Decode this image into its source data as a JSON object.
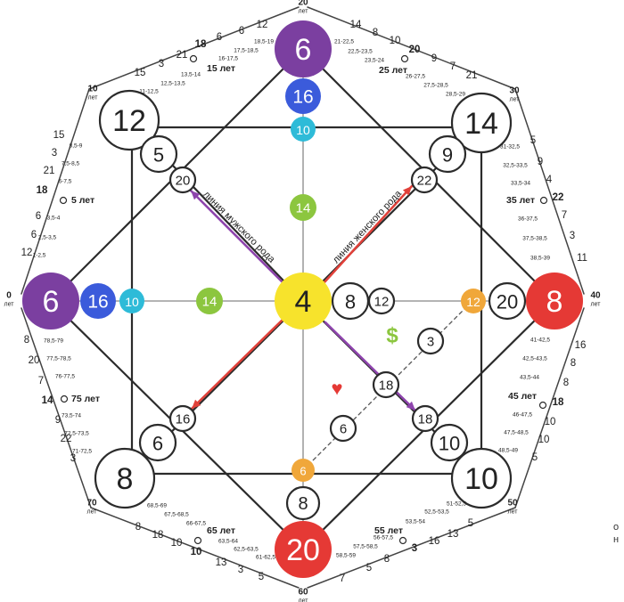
{
  "colors": {
    "line": "#2b2b2b",
    "purple": "#7b3fa0",
    "blue": "#3b5bdb",
    "cyan": "#2ebbd8",
    "green": "#8cc63f",
    "yellow": "#f7e32c",
    "orange": "#f0a73a",
    "red": "#e53935",
    "arrow_red": "#e0413a",
    "arrow_purple": "#8e44ad",
    "dollar": "#8cc63f",
    "heart": "#e53935",
    "text": "#222222"
  },
  "center": "4",
  "top": {
    "main": "6",
    "second": "16",
    "third": "10",
    "inner": "14"
  },
  "left": {
    "main": "6",
    "second": "16",
    "third": "10",
    "inner": "14"
  },
  "right": {
    "main": "8",
    "second": "20",
    "third": "12",
    "near_center_a": "8",
    "near_center_b": "12"
  },
  "bottom": {
    "main": "20",
    "second": "8",
    "third": "6"
  },
  "corners": {
    "tl": {
      "big": "12",
      "mid": "5",
      "small": "20"
    },
    "tr": {
      "big": "14",
      "mid": "9",
      "small": "22"
    },
    "bl": {
      "big": "8",
      "mid": "6",
      "small": "16"
    },
    "br": {
      "big": "10",
      "mid": "10",
      "small": "18"
    }
  },
  "money_chain": [
    "3",
    "18",
    "6"
  ],
  "symbols": {
    "dollar": "$",
    "heart": "♥"
  },
  "lines": {
    "male": "линия мужского рода",
    "female": "линия женского рода"
  },
  "ages": {
    "top": {
      "n": "20",
      "unit": "лет"
    },
    "bottom": {
      "n": "60",
      "unit": "лет"
    },
    "left": {
      "n": "0",
      "unit": "лет"
    },
    "right": {
      "n": "40",
      "unit": "лет"
    },
    "tl": {
      "n": "10",
      "unit": "лет"
    },
    "tr": {
      "n": "30",
      "unit": "лет"
    },
    "bl": {
      "n": "70",
      "unit": "лет"
    },
    "br": {
      "n": "50",
      "unit": "лет"
    }
  },
  "milestones": [
    "5 лет",
    "15 лет",
    "25 лет",
    "35 лет",
    "45 лет",
    "55 лет",
    "65 лет",
    "75 лет"
  ],
  "outer_left_top": [
    "12",
    "6",
    "6",
    "18",
    "21",
    "3",
    "15"
  ],
  "outer_top_left": [
    "15",
    "3",
    "21",
    "18",
    "6",
    "6",
    "12"
  ],
  "outer_top_right": [
    "14",
    "8",
    "10",
    "20",
    "9",
    "7",
    "21"
  ],
  "outer_right_top": [
    "5",
    "9",
    "4",
    "22",
    "7",
    "3",
    "11"
  ],
  "outer_right_bottom": [
    "16",
    "8",
    "8",
    "18",
    "10",
    "10",
    "5"
  ],
  "outer_bottom_right": [
    "5",
    "13",
    "16",
    "3",
    "8",
    "5",
    "7"
  ],
  "outer_bottom_left": [
    "5",
    "3",
    "13",
    "10",
    "10",
    "18",
    "8"
  ],
  "outer_left_bottom": [
    "3",
    "22",
    "9",
    "14",
    "7",
    "20",
    "8"
  ],
  "ranges_left_top": [
    "1-2,5",
    "2,5-3,5",
    "3,5-4",
    "6-7,5",
    "7,5-8,5",
    "8,5-9"
  ],
  "ranges_top_left": [
    "11-12,5",
    "12,5-13,5",
    "13,5-14",
    "16-17,5",
    "17,5-18,5",
    "18,5-19"
  ],
  "ranges_top_right": [
    "21-22,5",
    "22,5-23,5",
    "23,5-24",
    "26-27,5",
    "27,5-28,5",
    "28,5-29"
  ],
  "ranges_right_top": [
    "31-32,5",
    "32,5-33,5",
    "33,5-34",
    "36-37,5",
    "37,5-38,5",
    "38,5-39"
  ],
  "ranges_right_bottom": [
    "41-42,5",
    "42,5-43,5",
    "43,5-44",
    "46-47,5",
    "47,5-48,5",
    "48,5-49"
  ],
  "ranges_bottom_right": [
    "51-52,5",
    "52,5-53,5",
    "53,5-54",
    "56-57,5",
    "57,5-58,5",
    "58,5-59"
  ],
  "ranges_bottom_left": [
    "61-62,5",
    "62,5-63,5",
    "63,5-64",
    "66-67,5",
    "67,5-68,5",
    "68,5-69"
  ],
  "ranges_left_bottom": [
    "71-72,5",
    "72,5-73,5",
    "73,5-74",
    "76-77,5",
    "77,5-78,5",
    "78,5-79"
  ],
  "side_fragment": [
    "о",
    "н"
  ]
}
